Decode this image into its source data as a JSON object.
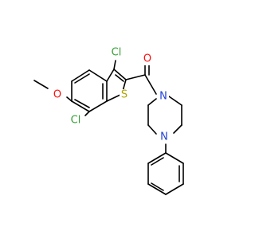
{
  "molecule": {
    "atoms": {
      "cl3": {
        "label": "Cl",
        "color": "#33a033"
      },
      "cl7": {
        "label": "Cl",
        "color": "#33a033"
      },
      "o_carbonyl": {
        "label": "O",
        "color": "#ff0d0d"
      },
      "o_methoxy": {
        "label": "O",
        "color": "#ff0d0d"
      },
      "s1": {
        "label": "S",
        "color": "#b2a400"
      },
      "n_amide": {
        "label": "N",
        "color": "#2040d8"
      },
      "n_phenyl": {
        "label": "N",
        "color": "#2040d8"
      }
    }
  }
}
